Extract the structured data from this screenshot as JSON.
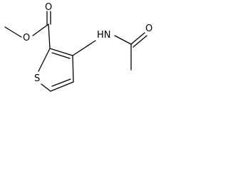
{
  "molecule": {
    "atoms": {
      "carbonyl_oxygen_ester": "O",
      "ester_oxygen": "O",
      "amide_nitrogen": "HN",
      "amide_oxygen": "O",
      "ring_sulfur": "S"
    }
  }
}
